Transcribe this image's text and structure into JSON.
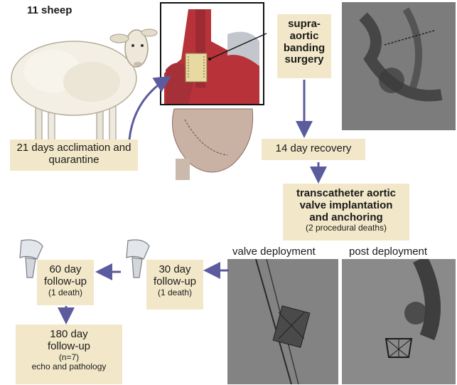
{
  "title": "11 sheep",
  "steps": {
    "acclimation": "21 days acclimation and quarantine",
    "surgery_line1": "supra-",
    "surgery_line2": "aortic",
    "surgery_line3": "banding",
    "surgery_line4": "surgery",
    "recovery": "14 day recovery",
    "tavi_line1": "transcatheter aortic",
    "tavi_line2": "valve implantation",
    "tavi_line3": "and anchoring",
    "tavi_note": "(2 procedural deaths)",
    "fu30_line1": "30 day",
    "fu30_line2": "follow-up",
    "fu30_note": "(1 death)",
    "fu60_line1": "60 day",
    "fu60_line2": "follow-up",
    "fu60_note": "(1 death)",
    "fu180_line1": "180 day",
    "fu180_line2": "follow-up",
    "fu180_note1": "(n=7)",
    "fu180_note2": "echo and pathology"
  },
  "images": {
    "valve_deployment_label": "valve deployment",
    "post_deployment_label": "post deployment"
  },
  "icons": [
    "sheep-illustration",
    "heart-illustration",
    "ultrasound-probe-icon",
    "ultrasound-probe-icon"
  ],
  "colors": {
    "box_fill": "#f2e8c9",
    "arrow": "#5b5b9e",
    "heart_red": "#b8323a",
    "band": "#e8d9a0"
  }
}
